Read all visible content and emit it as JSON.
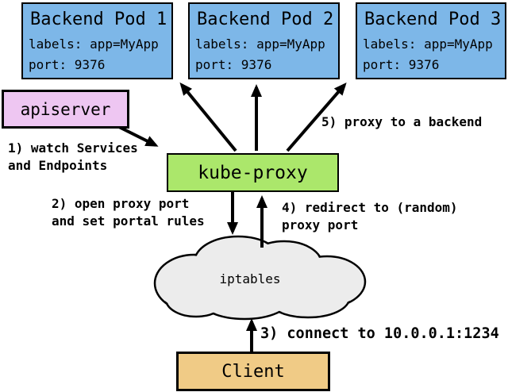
{
  "colors": {
    "pod_fill": "#7db7e8",
    "apiserver_fill": "#eec6f2",
    "kube_proxy_fill": "#abe76b",
    "client_fill": "#f0cb86",
    "cloud_fill": "#ececec",
    "border": "#000000"
  },
  "pods": [
    {
      "title": "Backend Pod 1",
      "labels": "labels: app=MyApp",
      "port": "port: 9376"
    },
    {
      "title": "Backend Pod 2",
      "labels": "labels: app=MyApp",
      "port": "port: 9376"
    },
    {
      "title": "Backend Pod 3",
      "labels": "labels: app=MyApp",
      "port": "port: 9376"
    }
  ],
  "nodes": {
    "apiserver": "apiserver",
    "kube_proxy": "kube-proxy",
    "iptables": "iptables",
    "client": "Client"
  },
  "annotations": {
    "step1": "1) watch Services\nand Endpoints",
    "step2": "2) open proxy port\nand set portal rules",
    "step3": "3) connect to 10.0.0.1:1234",
    "step4": "4) redirect to (random)\nproxy port",
    "step5": "5) proxy to a backend"
  }
}
